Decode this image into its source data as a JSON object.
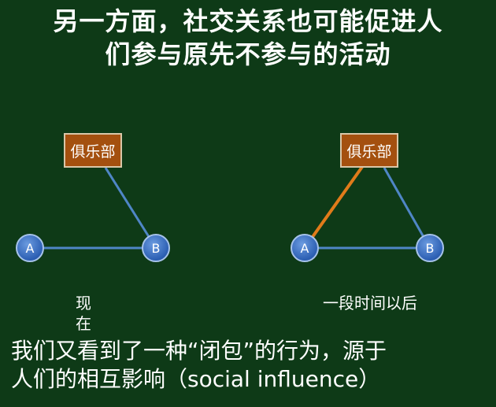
{
  "title": {
    "line1": "另一方面，社交关系也可能促进人",
    "line2": "们参与原先不参与的活动"
  },
  "diagram_now": {
    "club_label": "俱乐部",
    "node_a": "A",
    "node_b": "B",
    "caption": "现在"
  },
  "diagram_later": {
    "club_label": "俱乐部",
    "node_a": "A",
    "node_b": "B",
    "caption": "一段时间以后"
  },
  "conclusion": {
    "line1": "我们又看到了一种“闭包”的行为，源于",
    "line2": "人们的相互影响（social influence）"
  },
  "colors": {
    "background": "#0e3a17",
    "edge_existing": "#4f86c6",
    "edge_new": "#e07b1a",
    "club_fill": "#a4500f",
    "node_fill": "#2c5fb3"
  }
}
